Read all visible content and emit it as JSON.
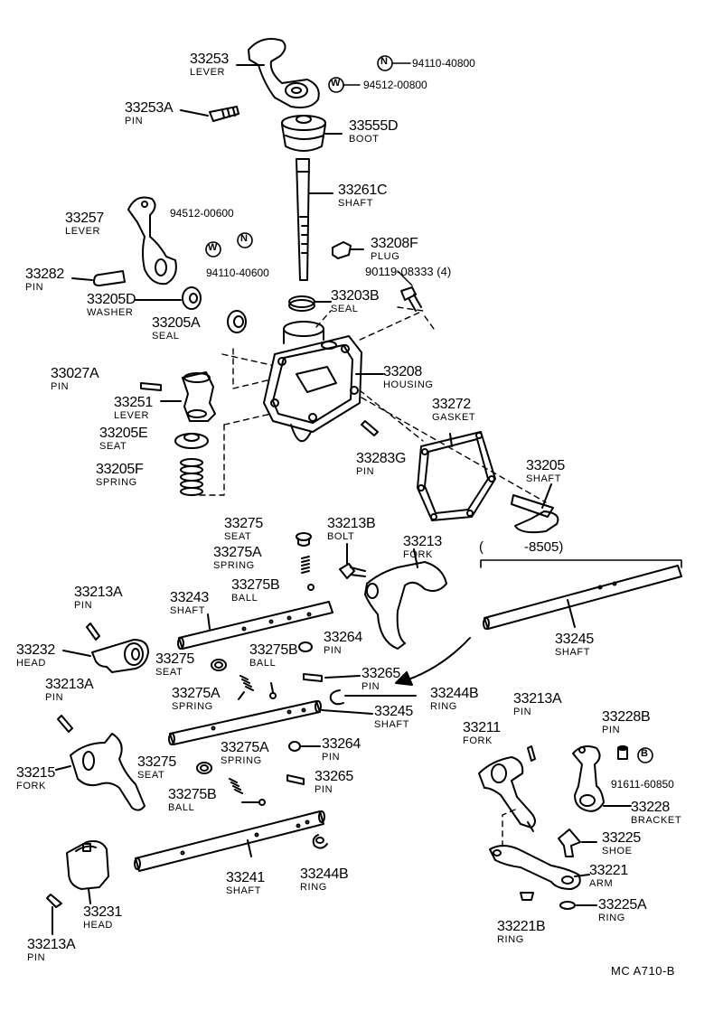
{
  "parts": [
    {
      "num": "33253",
      "name": "LEVER"
    },
    {
      "num": "33253A",
      "name": "PIN"
    },
    {
      "num": "33555D",
      "name": "BOOT"
    },
    {
      "num": "33261C",
      "name": "SHAFT"
    },
    {
      "num": "33257",
      "name": "LEVER"
    },
    {
      "num": "33282",
      "name": "PIN"
    },
    {
      "num": "33205D",
      "name": "WASHER"
    },
    {
      "num": "33205A",
      "name": "SEAL"
    },
    {
      "num": "33208F",
      "name": "PLUG"
    },
    {
      "num": "33203B",
      "name": "SEAL"
    },
    {
      "num": "33027A",
      "name": "PIN"
    },
    {
      "num": "33208",
      "name": "HOUSING"
    },
    {
      "num": "33251",
      "name": "LEVER"
    },
    {
      "num": "33205E",
      "name": "SEAT"
    },
    {
      "num": "33205F",
      "name": "SPRING"
    },
    {
      "num": "33272",
      "name": "GASKET"
    },
    {
      "num": "33283G",
      "name": "PIN"
    },
    {
      "num": "33205",
      "name": "SHAFT"
    },
    {
      "num": "33275",
      "name": "SEAT"
    },
    {
      "num": "33213B",
      "name": "BOLT"
    },
    {
      "num": "33213",
      "name": "FORK"
    },
    {
      "num": "33275A",
      "name": "SPRING"
    },
    {
      "num": "33275B",
      "name": "BALL"
    },
    {
      "num": "33243",
      "name": "SHAFT"
    },
    {
      "num": "33213A",
      "name": "PIN"
    },
    {
      "num": "33232",
      "name": "HEAD"
    },
    {
      "num": "33264",
      "name": "PIN"
    },
    {
      "num": "33275",
      "name": "SEAT"
    },
    {
      "num": "33275B",
      "name": "BALL"
    },
    {
      "num": "33245",
      "name": "SHAFT"
    },
    {
      "num": "33265",
      "name": "PIN"
    },
    {
      "num": "33275A",
      "name": "SPRING"
    },
    {
      "num": "33244B",
      "name": "RING"
    },
    {
      "num": "33213A",
      "name": "PIN"
    },
    {
      "num": "33245",
      "name": "SHAFT"
    },
    {
      "num": "33213A",
      "name": "PIN"
    },
    {
      "num": "33211",
      "name": "FORK"
    },
    {
      "num": "33228B",
      "name": "PIN"
    },
    {
      "num": "33264",
      "name": "PIN"
    },
    {
      "num": "33215",
      "name": "FORK"
    },
    {
      "num": "33275",
      "name": "SEAT"
    },
    {
      "num": "33275A",
      "name": "SPRING"
    },
    {
      "num": "33265",
      "name": "PIN"
    },
    {
      "num": "33275B",
      "name": "BALL"
    },
    {
      "num": "33228",
      "name": "BRACKET"
    },
    {
      "num": "33225",
      "name": "SHOE"
    },
    {
      "num": "33241",
      "name": "SHAFT"
    },
    {
      "num": "33244B",
      "name": "RING"
    },
    {
      "num": "33221",
      "name": "ARM"
    },
    {
      "num": "33231",
      "name": "HEAD"
    },
    {
      "num": "33225A",
      "name": "RING"
    },
    {
      "num": "33221B",
      "name": "RING"
    },
    {
      "num": "33213A",
      "name": "PIN"
    }
  ],
  "std_parts": [
    {
      "symbol": "N",
      "code": "94110-40800"
    },
    {
      "symbol": "W",
      "code": "94512-00800"
    },
    {
      "symbol": "W",
      "code": "94512-00600"
    },
    {
      "symbol": "N",
      "code": "94110-40600"
    },
    {
      "symbol": "B",
      "code": "91611-60850"
    }
  ],
  "bolt_note": "90119-08333 (4)",
  "range_bracket": {
    "open": "(",
    "value": "-8505)"
  },
  "footer_ref": "MC  A710-B"
}
